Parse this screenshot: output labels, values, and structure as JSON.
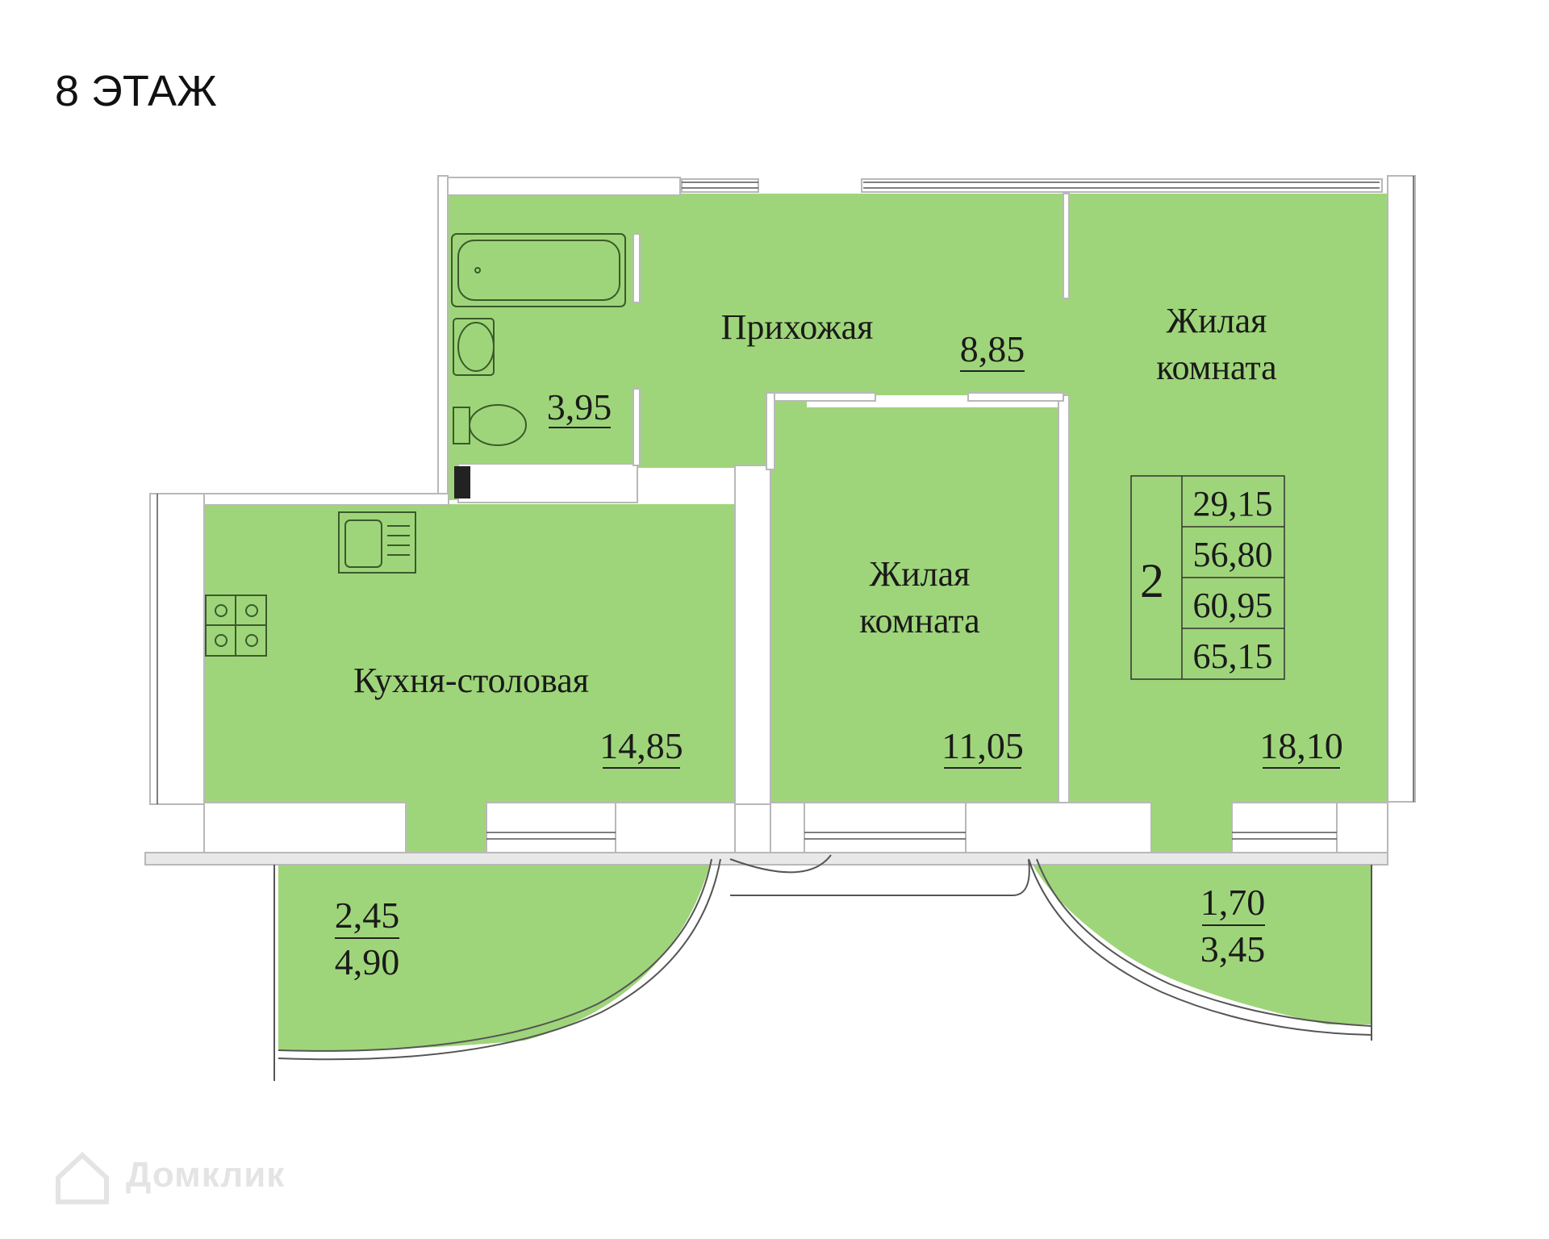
{
  "floor_label": "8 ЭТАЖ",
  "rooms": {
    "hall": {
      "name": "Прихожая",
      "area": "8,85"
    },
    "bathroom": {
      "area": "3,95"
    },
    "living_large": {
      "name_line1": "Жилая",
      "name_line2": "комната",
      "area": "18,10"
    },
    "living_small": {
      "name_line1": "Жилая",
      "name_line2": "комната",
      "area": "11,05"
    },
    "kitchen": {
      "name": "Кухня-столовая",
      "area": "14,85"
    },
    "balcony_left": {
      "area_top": "2,45",
      "area_bottom": "4,90"
    },
    "balcony_right": {
      "area_top": "1,70",
      "area_bottom": "3,45"
    }
  },
  "summary": {
    "rooms_count": "2",
    "areas": [
      "29,15",
      "56,80",
      "60,95",
      "65,15"
    ]
  },
  "watermark": "Домклик",
  "colors": {
    "floor_green": "#9fd57a",
    "wall_gray": "#b0b0b0",
    "line_dark": "#333333"
  }
}
